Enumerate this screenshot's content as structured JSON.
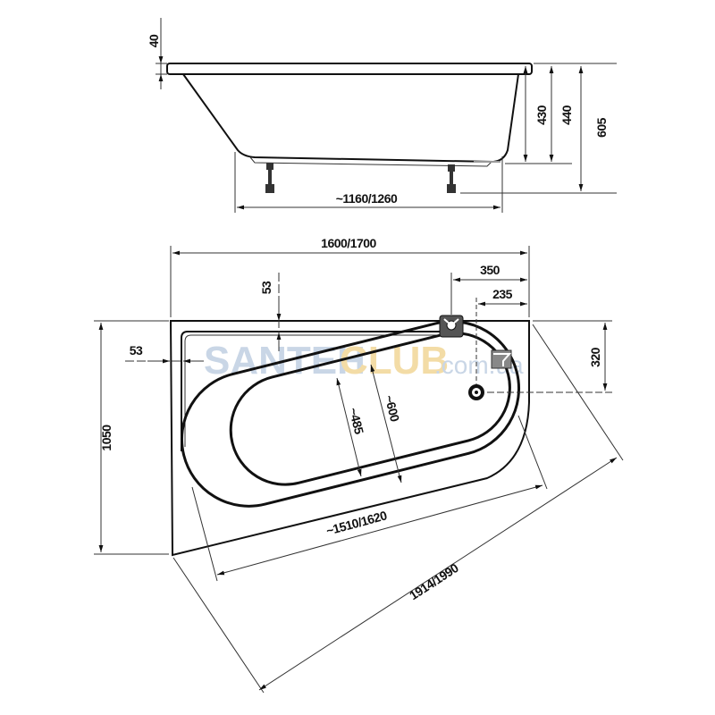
{
  "drawing": {
    "side_view": {
      "rim_thickness": "40",
      "height_430": "430",
      "height_440": "440",
      "height_605": "605",
      "leg_span": "~1160/1260"
    },
    "plan_view": {
      "length": "1600/1700",
      "rim_top": "53",
      "rim_left": "53",
      "overflow_offset": "350",
      "drain_offset": "235",
      "drain_depth": "320",
      "width": "1050",
      "inner_width": "~485",
      "bowl_width": "~600",
      "bowl_length": "~1510/1620",
      "diagonal": "1914/1990"
    },
    "watermark": {
      "part1": "SANTEH",
      "part2": "CLUB",
      "part3": ".com.ua",
      "colors": {
        "part1": "#c9d6e6",
        "part2": "#f3dca6",
        "part3": "#c9d6e6"
      }
    }
  }
}
